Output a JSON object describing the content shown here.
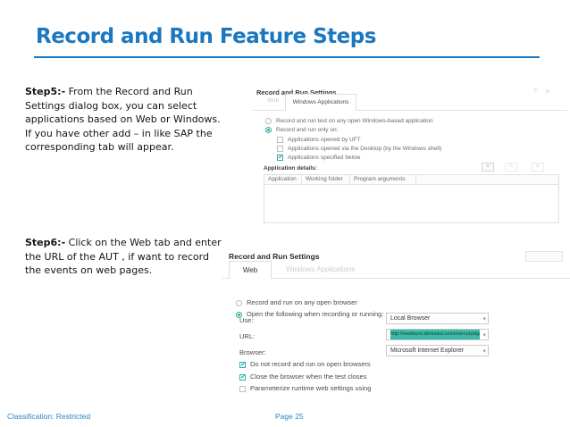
{
  "slide": {
    "title": "Record and Run Feature Steps",
    "footer_left": "Classification: Restricted",
    "footer_page": "Page 25"
  },
  "step5": {
    "label": "Step5:-",
    "text": " From the Record and Run Settings dialog box, you can select applications based on Web or Windows. If you have other add – in like SAP the corresponding tab will appear."
  },
  "step6": {
    "label": "Step6:-",
    "text": " Click on the Web tab and enter the URL of the AUT , if want to record the events on web pages."
  },
  "icons": {
    "help": "?",
    "close": "✕",
    "add": "+",
    "edit": "✎",
    "delete": "✕",
    "caret": "▾"
  },
  "dialog1": {
    "title": "Record and Run Settings",
    "tabs": {
      "web": "Web",
      "windows": "Windows Applications"
    },
    "radio_any": "Record and run test on any open Windows-based application",
    "radio_only": "Record and run only on:",
    "checkboxes": {
      "uft": "Applications opened by UFT",
      "desktop": "Applications opened via the Desktop (by the Windows shell)",
      "specified": "Applications specified below"
    },
    "app_details_label": "Application details:",
    "table_headers": [
      "Application",
      "Working folder",
      "Program arguments"
    ]
  },
  "dialog2": {
    "title": "Record and Run Settings",
    "tabs": {
      "web": "Web",
      "windows": "Windows Applications"
    },
    "radio_any": "Record and run on any open browser",
    "radio_open": "Open the following when recording or running:",
    "fields": [
      {
        "label": "Use:",
        "value": "Local Browser"
      },
      {
        "label": "URL:",
        "value": "http://newtours.demoaut.com/mercurysignon.pl"
      },
      {
        "label": "Browser:",
        "value": "Microsoft Internet Explorer"
      }
    ],
    "checkboxes": [
      {
        "label": "Do not record and run on open browsers",
        "checked": true
      },
      {
        "label": "Close the browser when the test closes",
        "checked": true
      },
      {
        "label": "Parameterize runtime web settings using",
        "checked": false
      }
    ]
  },
  "colors": {
    "accent_blue": "#1b77c0",
    "teal": "#2fae9e",
    "url_highlight": "#3cb9a8"
  }
}
